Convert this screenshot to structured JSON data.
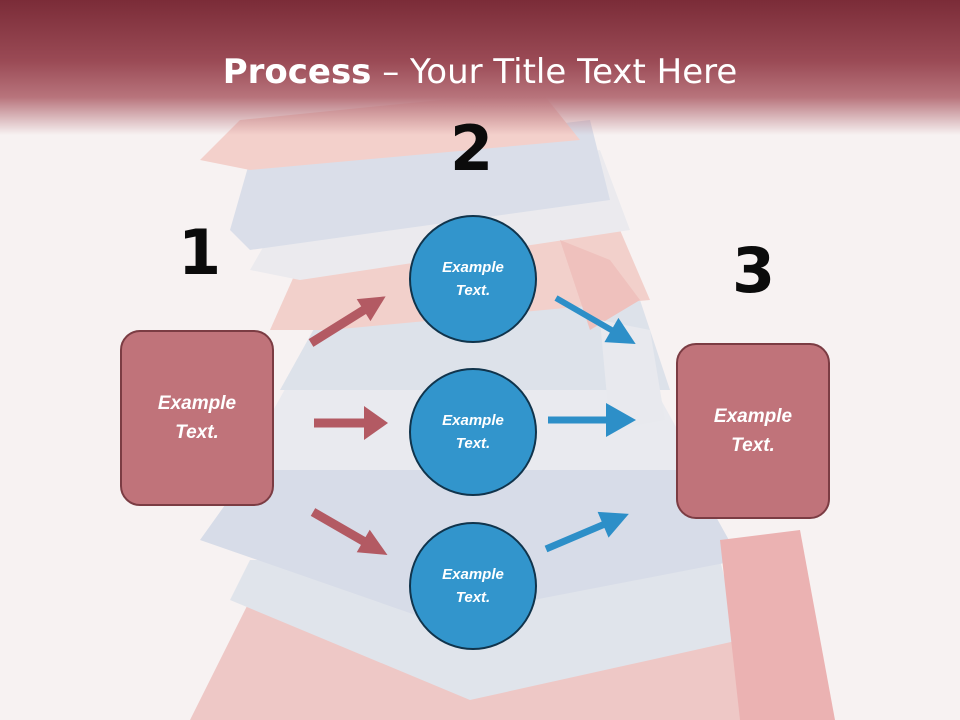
{
  "slide": {
    "title_bold": "Process",
    "title_rest": " – Your Title Text Here"
  },
  "steps": {
    "one": {
      "number": "1",
      "text": "Example\nText."
    },
    "two": {
      "number": "2"
    },
    "three": {
      "number": "3",
      "text": "Example\nText."
    }
  },
  "circles": [
    {
      "text": "Example\nText."
    },
    {
      "text": "Example\nText."
    },
    {
      "text": "Example\nText."
    }
  ],
  "colors": {
    "header": "#7b2c38",
    "box_fill": "#c0737a",
    "circle_fill": "#3295cc",
    "arrow_red": "#b35a63",
    "arrow_blue": "#2d8fc8"
  }
}
